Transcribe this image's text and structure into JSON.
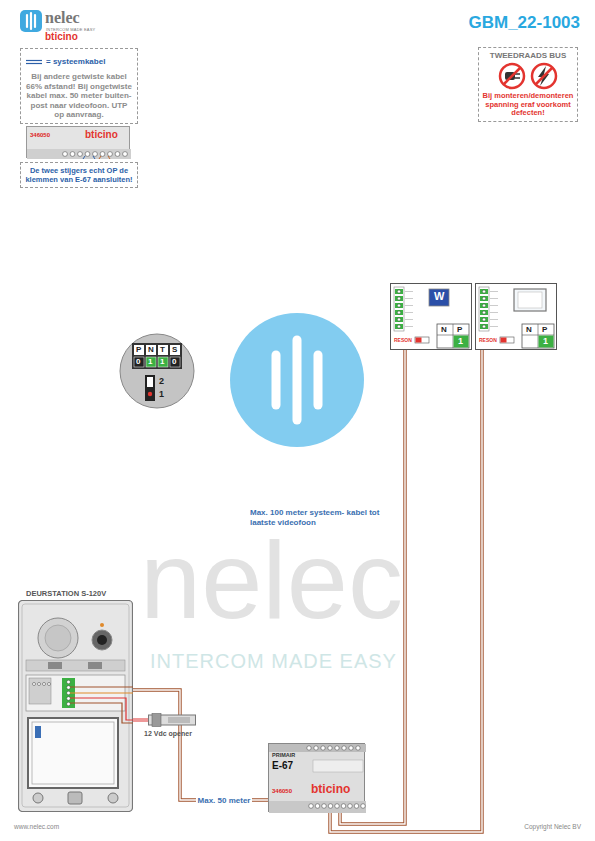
{
  "diagram": {
    "title": "GBM_22-1003",
    "nodes": [
      {
        "text": [
          "= systeemkabel",
          "Bij andere getwiste kabel 66% afstand! Bij ongetwiste kabel max. 50 meter buiten- post naar videofoon. UTP op aanvraag."
        ]
      },
      {
        "text": [
          "346050",
          "bticino"
        ]
      },
      {
        "text": [
          "De twee stijgers echt OP de klemmen van E-67 aansluiten!"
        ]
      },
      {
        "text": [
          "TWEEDRAADS BUS",
          "Bij monteren/demonteren spanning eraf voorkomt defecten!"
        ]
      },
      {
        "text": [
          "W",
          "RESON",
          "N",
          "P",
          "1"
        ]
      },
      {
        "text": [
          "RESON",
          "N",
          "P",
          "1"
        ]
      },
      {
        "text": [
          "P",
          "N",
          "T",
          "S",
          "0",
          "1",
          "1",
          "0",
          "2",
          "1"
        ]
      },
      {
        "text": [
          "DEURSTATION S-120V"
        ]
      },
      {
        "text": [
          "12 Vdc opener"
        ]
      },
      {
        "text": [
          "PRIMAIR",
          "E-67",
          "346050",
          "bticino"
        ]
      }
    ],
    "edges": [
      {
        "from": 7,
        "to": 9,
        "arrow": "none",
        "label": "Max. 50 meter"
      },
      {
        "from": 9,
        "to": 4,
        "arrow": "none"
      },
      {
        "from": 9,
        "to": 5,
        "arrow": "none"
      },
      {
        "from": 7,
        "to": 8,
        "arrow": "none"
      }
    ],
    "labels": [
      "nelec",
      "INTERCOM MADE EASY",
      "bticino",
      "nelec",
      "INTERCOM MADE EASY",
      "Max. 100 meter systeem- kabel tot laatste videofoon",
      "www.nelec.com",
      "Copyright Nelec BV"
    ]
  }
}
